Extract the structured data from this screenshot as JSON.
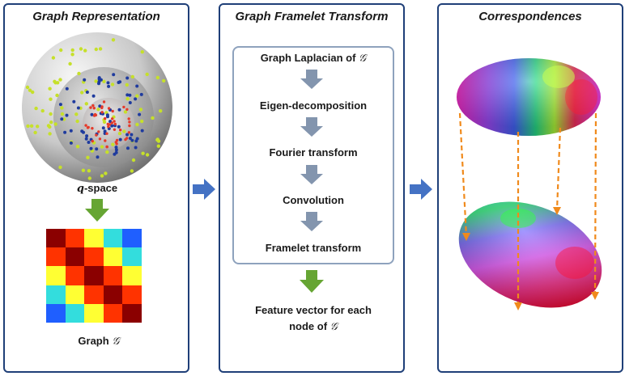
{
  "panels": {
    "left": {
      "title": "Graph Representation"
    },
    "middle": {
      "title": "Graph Framelet Transform"
    },
    "right": {
      "title": "Correspondences"
    }
  },
  "left": {
    "qspace_prefix": "q",
    "qspace_suffix": "-space",
    "graph_label": "Graph ",
    "graph_symbol": "𝒢",
    "matrix": [
      [
        "#8b0000",
        "#ff3300",
        "#ffff33",
        "#33dddd",
        "#1f5fff"
      ],
      [
        "#ff3300",
        "#8b0000",
        "#ff3300",
        "#ffff33",
        "#33dddd"
      ],
      [
        "#ffff33",
        "#ff3300",
        "#8b0000",
        "#ff3300",
        "#ffff33"
      ],
      [
        "#33dddd",
        "#ffff33",
        "#ff3300",
        "#8b0000",
        "#ff3300"
      ],
      [
        "#1f5fff",
        "#33dddd",
        "#ffff33",
        "#ff3300",
        "#8b0000"
      ]
    ]
  },
  "middle": {
    "step1_prefix": "Graph Laplacian of ",
    "step1_symbol": "𝒢",
    "step2": "Eigen-decomposition",
    "step3": "Fourier transform",
    "step4": "Convolution",
    "step5": "Framelet transform",
    "output_line1": "Feature vector for each",
    "output_line2": "node of ",
    "output_symbol": "𝒢"
  },
  "colors": {
    "panel_border": "#1f3f78",
    "gray_arrow": "#8395ae",
    "green_arrow": "#66a533",
    "blue_arrow": "#4472c4",
    "correspondence": "#f08a1c"
  }
}
